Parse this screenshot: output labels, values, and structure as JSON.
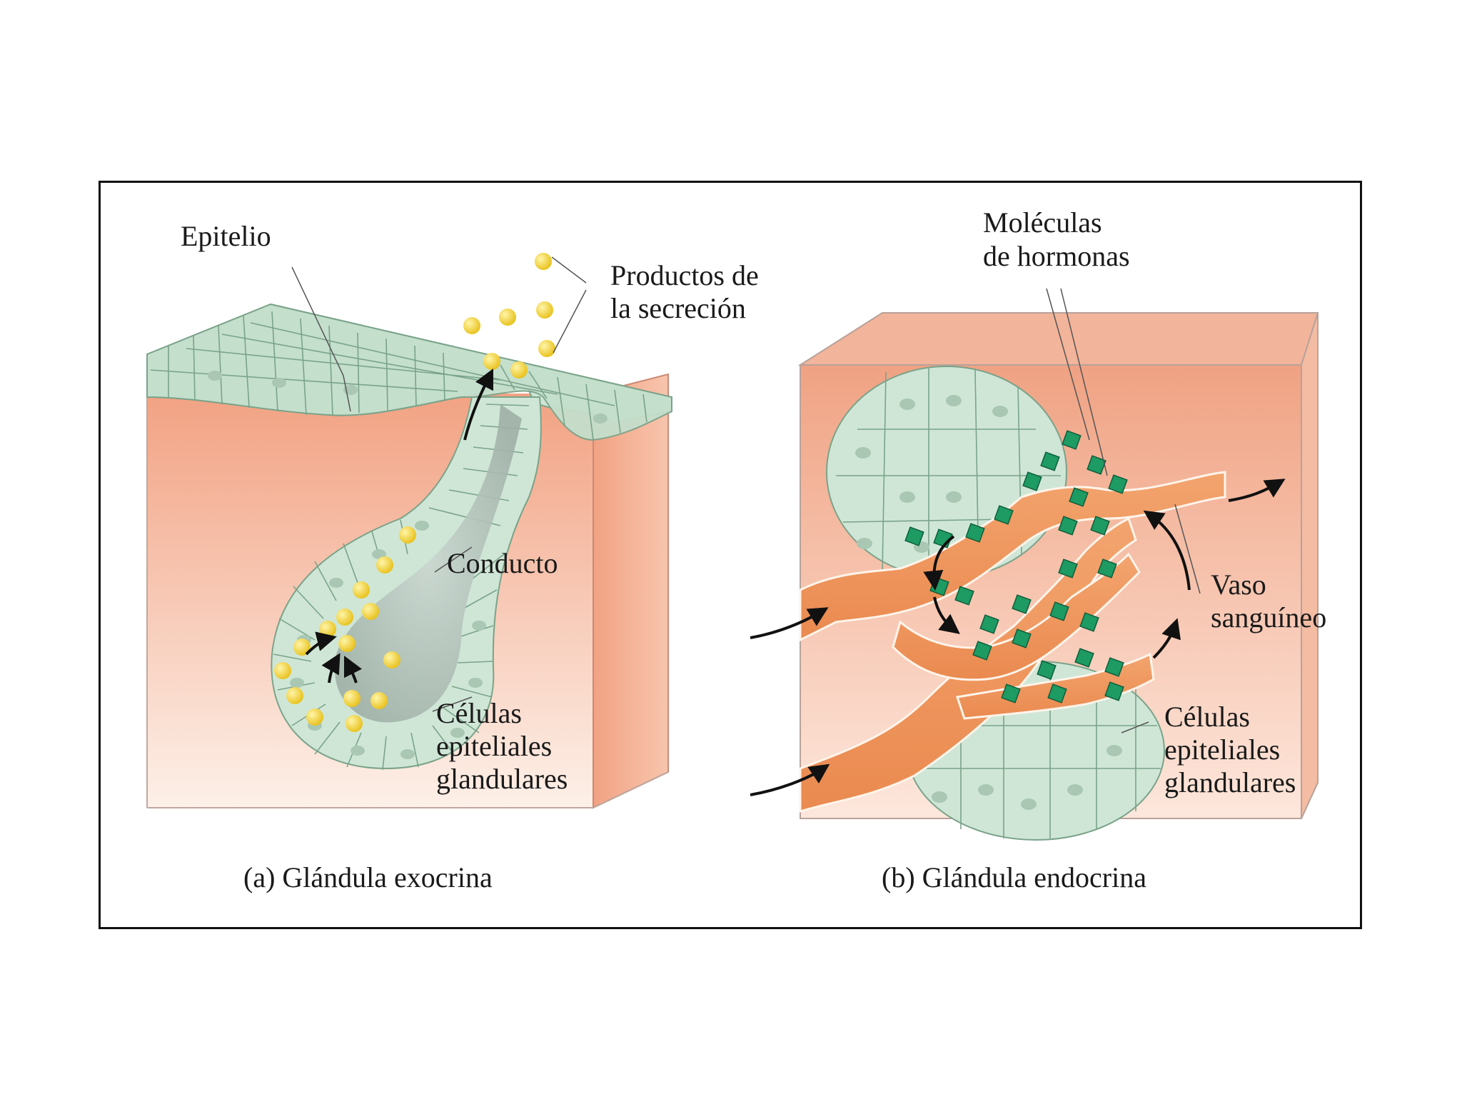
{
  "colors": {
    "epithelium": "#cfe6d6",
    "epithelium_stroke": "#7aa38a",
    "tissue": "#f1a98a",
    "tissue_light": "#fde3d5",
    "vessel": "#f19a63",
    "secretion": "#f4d537",
    "hormone": "#1e9a63"
  },
  "panel_a": {
    "epithelium_label": "Epitelio",
    "products_label_1": "Productos de",
    "products_label_2": "la secreción",
    "duct_label": "Conducto",
    "cells_label_1": "Células",
    "cells_label_2": "epiteliales",
    "cells_label_3": "glandulares",
    "caption": "(a) Glándula exocrina"
  },
  "panel_b": {
    "hormones_label_1": "Moléculas",
    "hormones_label_2": "de hormonas",
    "vessel_label_1": "Vaso",
    "vessel_label_2": "sanguíneo",
    "cells_label_1": "Células",
    "cells_label_2": "epiteliales",
    "cells_label_3": "glandulares",
    "caption": "(b) Glándula endocrina"
  }
}
